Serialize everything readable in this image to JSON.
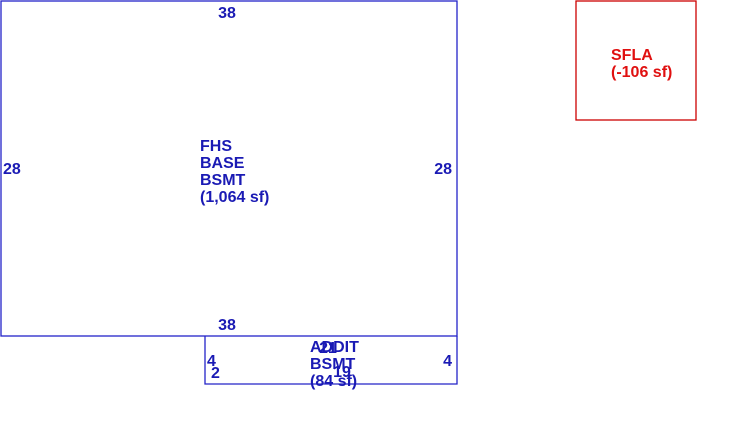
{
  "colors": {
    "main_line": "#2323c8",
    "main_text": "#1a1ab4",
    "sfla_line": "#cc0000",
    "sfla_text": "#e01010"
  },
  "areas": {
    "main": {
      "label_lines": [
        "FHS",
        "BASE",
        "BSMT",
        "(1,064 sf)"
      ],
      "dimensions": {
        "top": "38",
        "left": "28",
        "right": "28",
        "bottom": "38"
      }
    },
    "addition": {
      "label_lines": [
        "ADDIT",
        "BSMT",
        "(84 sf)"
      ],
      "dimensions": {
        "top": "21",
        "left": "4",
        "right": "4",
        "left_lower": "2",
        "bottom": "19"
      }
    },
    "sfla": {
      "label_lines": [
        "SFLA",
        "(-106 sf)"
      ]
    }
  }
}
